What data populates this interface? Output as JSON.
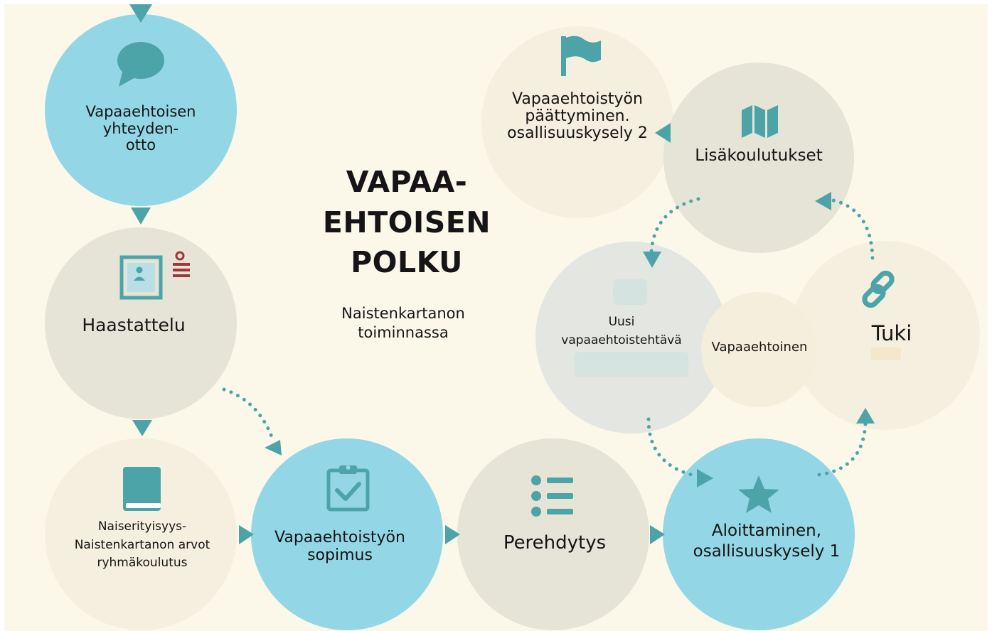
{
  "title": "VAPAA-\nEHTOISEN\nPOLKU",
  "subtitle": "Naistenkartanon\ntoiminnassa",
  "nodes": {
    "contact": {
      "label": "Vapaaehtoisen\nyhteyden-\notto",
      "icon": "speech-bubble-icon"
    },
    "interview": {
      "label": "Haastattelu",
      "icon": "id-card-icon"
    },
    "training": {
      "label": "Naiserityisyys-\nNaistenkartanon arvot\nryhmäkoulutus",
      "icon": "book-icon"
    },
    "agreement": {
      "label": "Vapaaehtoistyön\nsopimus",
      "icon": "clipboard-check-icon"
    },
    "orientation": {
      "label": "Perehdytys",
      "icon": "list-icon"
    },
    "start": {
      "label": "Aloittaminen,\nosallisuuskysely 1",
      "icon": "star-icon"
    },
    "support": {
      "label": "Tuki",
      "icon": "link-icon"
    },
    "extra": {
      "label": "Lisäkoulutukset",
      "icon": "map-icon"
    },
    "newtask": {
      "label": "Uusi\nvapaaehtoistehtävä",
      "icon": ""
    },
    "end": {
      "label": "Vapaaehtoistyön\npäättyminen.\nosallisuuskysely 2",
      "icon": "flag-icon"
    },
    "volunteer": {
      "label": "Vapaaehtoinen",
      "icon": ""
    }
  },
  "colors": {
    "background": "#fbf8ea",
    "blue": "#93d7e6",
    "gray": "#e5e4d6",
    "beige": "#f5efdf",
    "teal": "#4ca4a9",
    "red": "#a2353a",
    "text": "#151515"
  }
}
